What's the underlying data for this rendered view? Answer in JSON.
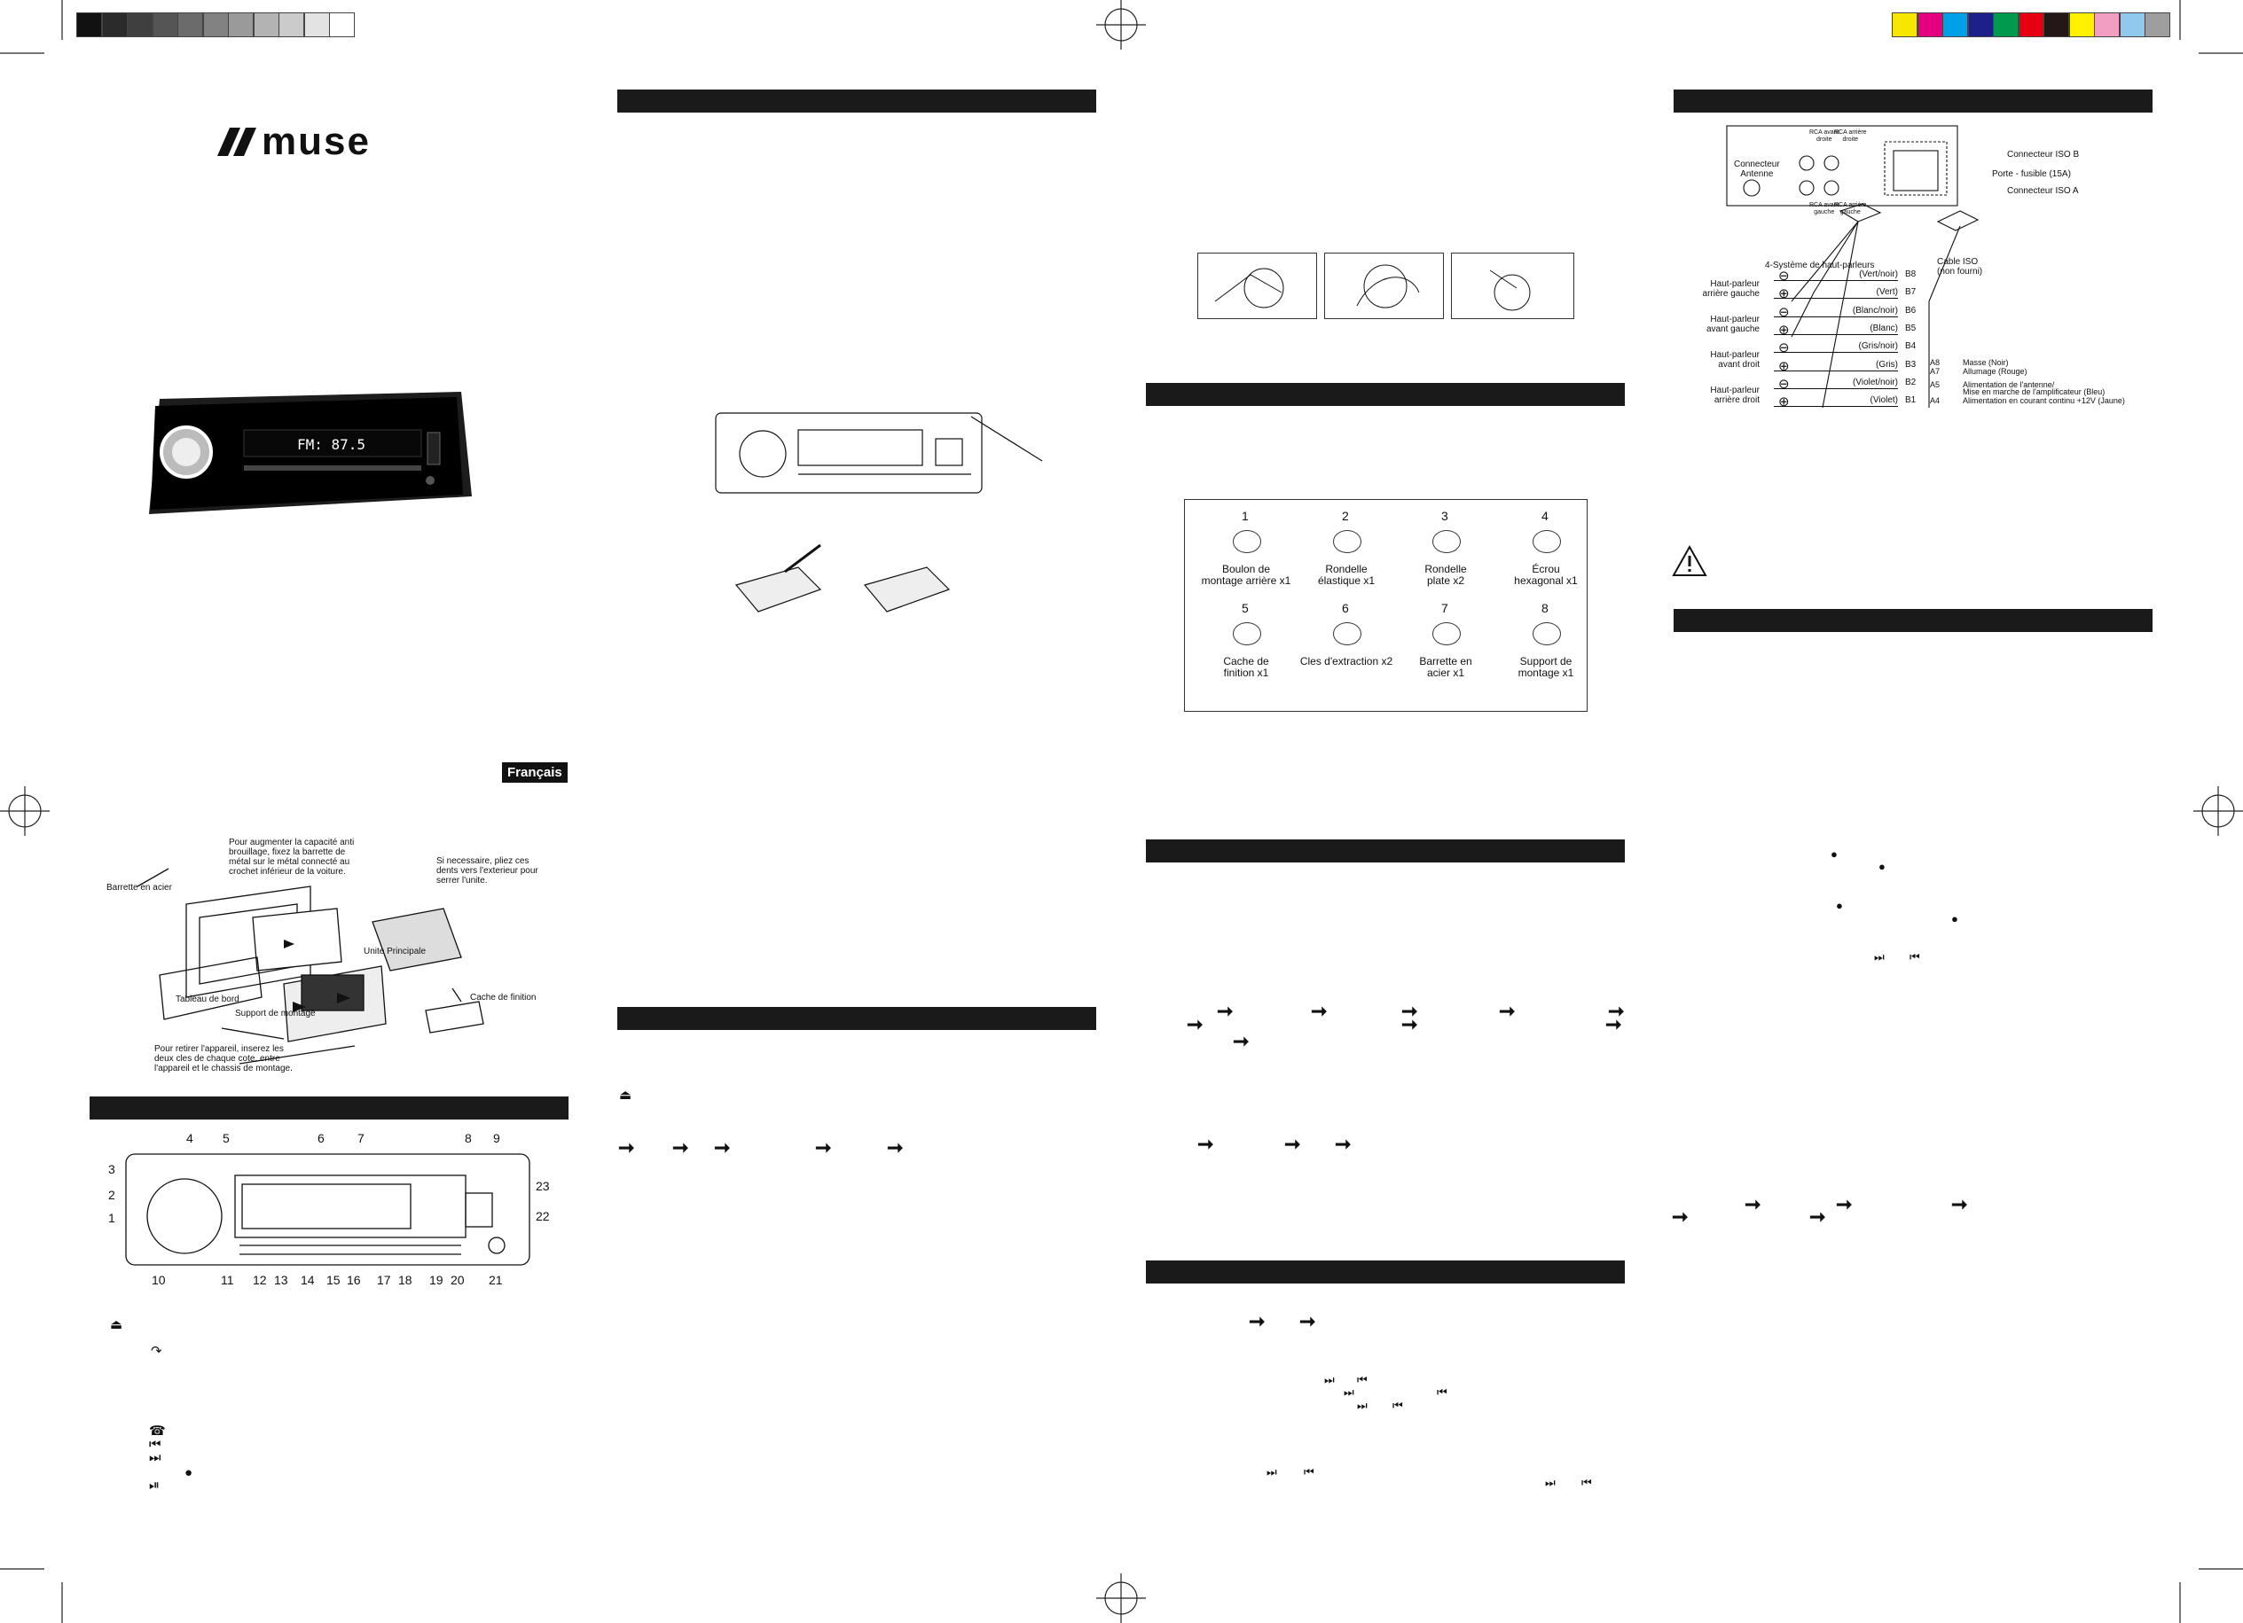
{
  "brand": "muse",
  "language_badge": "Français",
  "section1": {
    "labels": {
      "steel_bar": "Barrette en acier",
      "anti_interference": "Pour augmenter la capacité anti\nbrouillage, fixez la barrette de\nmétal sur le métal connecté au\ncrochet inférieur de la voiture.",
      "bend_teeth": "Si necessaire, pliez ces\ndents vers l'exterieur pour\nserrer l'unite.",
      "main_unit": "Unite Principale",
      "dashboard": "Tableau de bord",
      "mounting_support": "Support de montage",
      "trim_cover": "Cache de finition",
      "removal": "Pour retirer l'appareil, inserez les\ndeux cles de chaque cote, entre\nl'appareil et le chassis de montage."
    },
    "front_panel_numbers": [
      "1",
      "2",
      "3",
      "4",
      "5",
      "6",
      "7",
      "8",
      "9",
      "10",
      "11",
      "12",
      "13",
      "14",
      "15",
      "16",
      "17",
      "18",
      "19",
      "20",
      "21",
      "22",
      "23"
    ]
  },
  "radio_display": "FM: 87.5",
  "accessories": [
    {
      "num": "1",
      "label": "Boulon de\nmontage arrière x1"
    },
    {
      "num": "2",
      "label": "Rondelle\nélastique x1"
    },
    {
      "num": "3",
      "label": "Rondelle\nplate x2"
    },
    {
      "num": "4",
      "label": "Écrou\nhexagonal x1"
    },
    {
      "num": "5",
      "label": "Cache de\nfinition x1"
    },
    {
      "num": "6",
      "label": "Cles d'extraction x2"
    },
    {
      "num": "7",
      "label": "Barrette en\nacier x1"
    },
    {
      "num": "8",
      "label": "Support de\nmontage x1"
    }
  ],
  "wiring": {
    "rca": [
      "RCA avant\ndroite",
      "RCA arrière\ndroite",
      "RCA avant\ngauche",
      "RCA arrière\ngauche"
    ],
    "antenna": "Connecteur\nAntenne",
    "iso_b": "Connecteur ISO B",
    "fuse": "Porte - fusible (15A)",
    "iso_a": "Connecteur ISO A",
    "iso_cable": "Cable ISO\n(non fourni)",
    "speaker_system": "4-Système de haut-parleurs",
    "speakers": [
      "Haut-parleur\narrière gauche",
      "Haut-parleur\navant gauche",
      "Haut-parleur\navant droit",
      "Haut-parleur\narrière droit"
    ],
    "wires_b": [
      {
        "color": "(Vert/noir)",
        "pin": "B8"
      },
      {
        "color": "(Vert)",
        "pin": "B7"
      },
      {
        "color": "(Blanc/noir)",
        "pin": "B6"
      },
      {
        "color": "(Blanc)",
        "pin": "B5"
      },
      {
        "color": "(Gris/noir)",
        "pin": "B4"
      },
      {
        "color": "(Gris)",
        "pin": "B3"
      },
      {
        "color": "(Violet/noir)",
        "pin": "B2"
      },
      {
        "color": "(Violet)",
        "pin": "B1"
      }
    ],
    "wires_a": [
      {
        "pin": "A8",
        "desc": "Masse (Noir)"
      },
      {
        "pin": "A7",
        "desc": "Allumage (Rouge)"
      },
      {
        "pin": "A5",
        "desc": "Alimentation de l'antenne/\nMise en marche de l'amplificateur (Bleu)"
      },
      {
        "pin": "A4",
        "desc": "Alimentation en courant continu +12V (Jaune)"
      }
    ]
  },
  "colors": {
    "grays": [
      "#111111",
      "#2b2b2b",
      "#3f3f3f",
      "#555555",
      "#6b6b6b",
      "#828282",
      "#9a9a9a",
      "#b3b3b3",
      "#cbcbcb",
      "#e3e3e3",
      "#ffffff"
    ],
    "process": [
      "#f7e600",
      "#e4007f",
      "#00a0e9",
      "#1d2088",
      "#00994e",
      "#e60012",
      "#231815",
      "#fff100",
      "#f19ec2",
      "#8fc9ee",
      "#9e9e9e"
    ]
  },
  "icons": [
    "eject-icon",
    "phone-icon",
    "hangup-icon",
    "prev-icon",
    "next-icon",
    "dot-icon",
    "play-pause-icon",
    "arrow-icon",
    "warning-icon"
  ]
}
